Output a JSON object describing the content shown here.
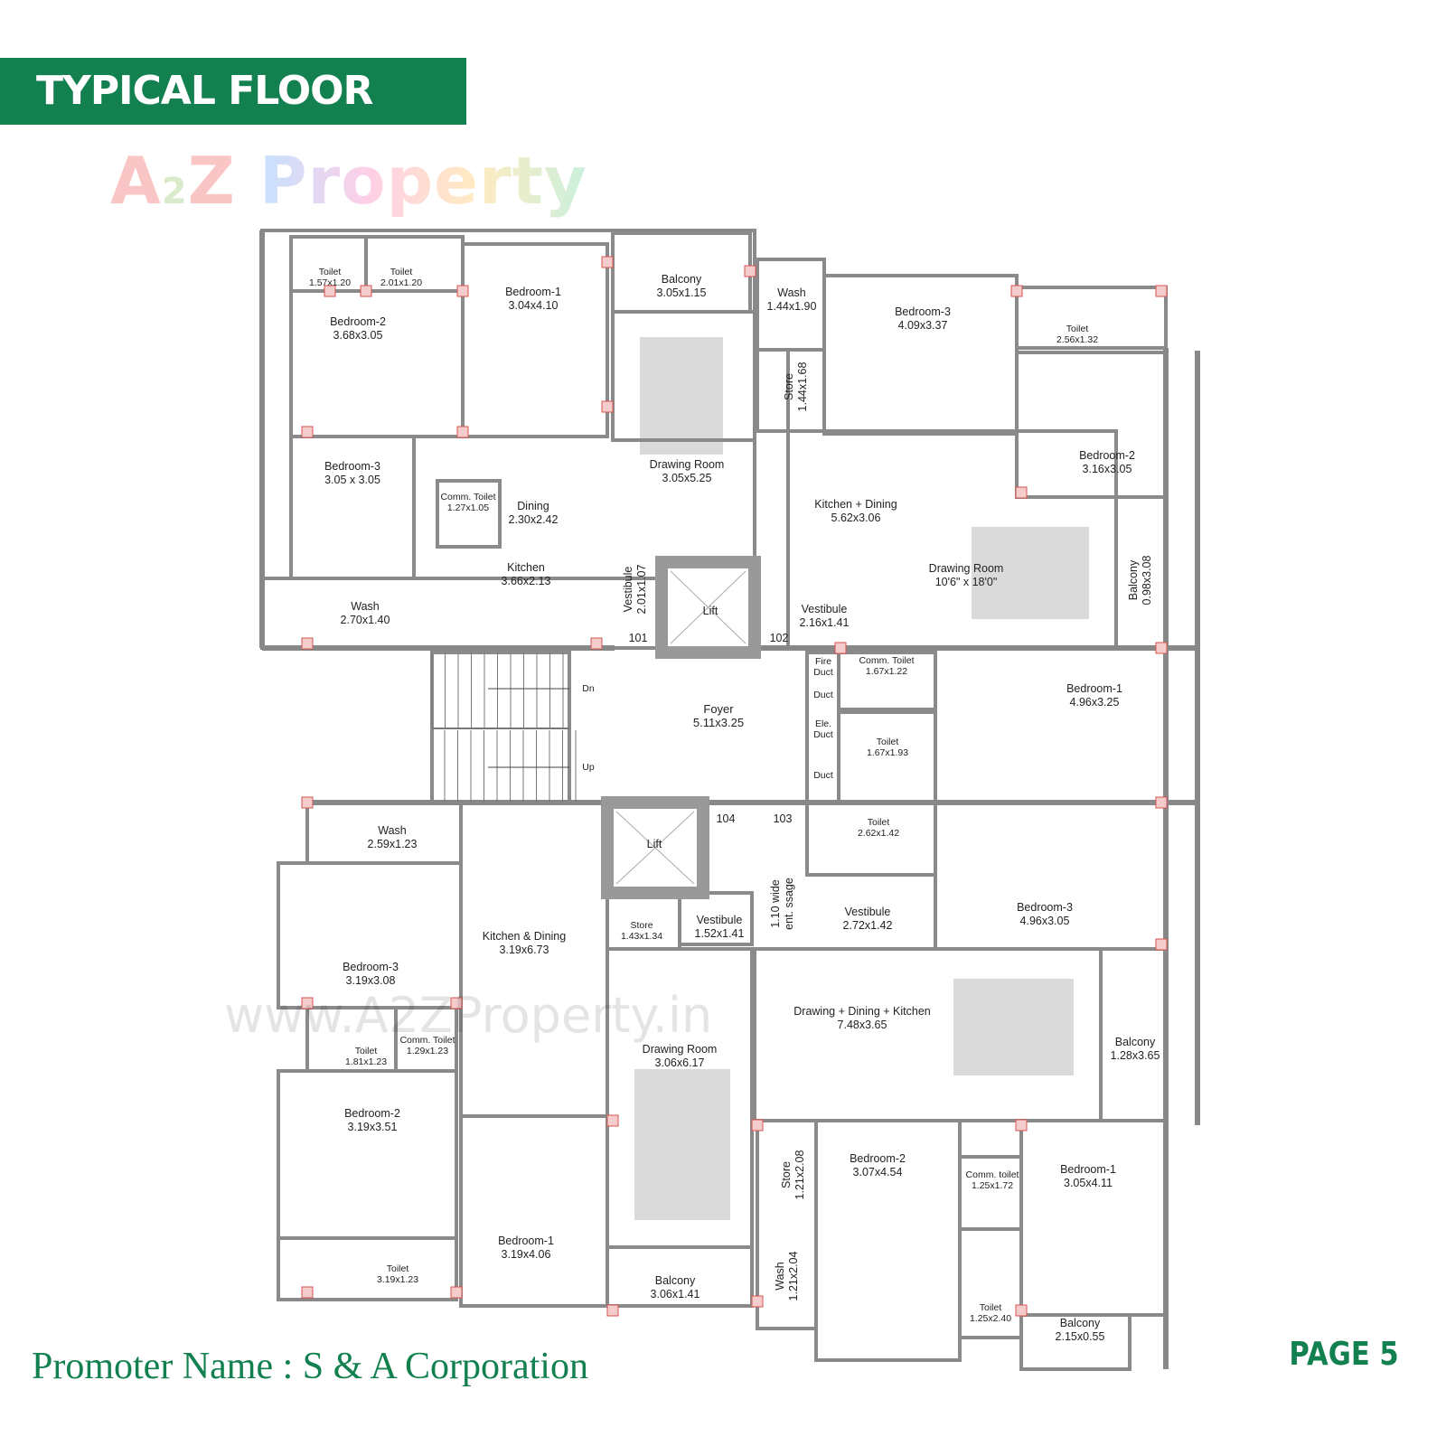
{
  "header": {
    "title": "TYPICAL FLOOR PLAN"
  },
  "watermark": {
    "logo_a": "A",
    "logo_2": "2",
    "logo_z": "Z",
    "logo_property": "Property",
    "site": "www.A2ZProperty.in"
  },
  "footer": {
    "promoter": "Promoter Name : S & A Corporation",
    "page": "PAGE 5"
  },
  "colors": {
    "brand_green": "#13804f",
    "wall": "#9a9a9a",
    "column": "#b3b3b3",
    "column_marker": "#d9534f",
    "rug": "#d9d9d9"
  },
  "common": {
    "lift_1": "Lift",
    "lift_2": "Lift",
    "foyer": {
      "name": "Foyer",
      "size": "5.11x3.25"
    },
    "stairs_dn": "Dn",
    "stairs_up": "Up",
    "flat_101": "101",
    "flat_102": "102",
    "flat_103": "103",
    "flat_104": "104"
  },
  "unit_101": [
    {
      "name": "Toilet",
      "size": "1.57x1.20"
    },
    {
      "name": "Toilet",
      "size": "2.01x1.20"
    },
    {
      "name": "Bedroom-1",
      "size": "3.04x4.10"
    },
    {
      "name": "Balcony",
      "size": "3.05x1.15"
    },
    {
      "name": "Bedroom-2",
      "size": "3.68x3.05"
    },
    {
      "name": "Bedroom-3",
      "size": "3.05 x 3.05"
    },
    {
      "name": "Comm. Toilet",
      "size": "1.27x1.05"
    },
    {
      "name": "Dining",
      "size": "2.30x2.42"
    },
    {
      "name": "Kitchen",
      "size": "3.66x2.13"
    },
    {
      "name": "Drawing Room",
      "size": "3.05x5.25"
    },
    {
      "name": "Wash",
      "size": "2.70x1.40"
    },
    {
      "name": "Vestibule",
      "size": "2.01x1.07"
    }
  ],
  "unit_102": [
    {
      "name": "Wash",
      "size": "1.44x1.90"
    },
    {
      "name": "Store",
      "size": "1.44x1.68"
    },
    {
      "name": "Bedroom-3",
      "size": "4.09x3.37"
    },
    {
      "name": "Toilet",
      "size": "2.56x1.32"
    },
    {
      "name": "Bedroom-2",
      "size": "3.16x3.05"
    },
    {
      "name": "Kitchen + Dining",
      "size": "5.62x3.06"
    },
    {
      "name": "Drawing Room",
      "size": "10'6\" x 18'0\""
    },
    {
      "name": "Balcony",
      "size": "0.98x3.08"
    },
    {
      "name": "Vestibule",
      "size": "2.16x1.41"
    }
  ],
  "unit_103": [
    {
      "name": "Fire",
      "size": "Duct"
    },
    {
      "name": "Duct",
      "size": ""
    },
    {
      "name": "Ele.",
      "size": "Duct"
    },
    {
      "name": "Duct",
      "size": ""
    },
    {
      "name": "Comm. Toilet",
      "size": "1.67x1.22"
    },
    {
      "name": "Toilet",
      "size": "1.67x1.93"
    },
    {
      "name": "Bedroom-1",
      "size": "4.96x3.25"
    },
    {
      "name": "Toilet",
      "size": "2.62x1.42"
    },
    {
      "name": "Bedroom-3",
      "size": "4.96x3.05"
    },
    {
      "name": "Vestibule",
      "size": "2.72x1.42"
    },
    {
      "name": "1.10 wide",
      "size": "ent.  ssage"
    },
    {
      "name": "Drawing + Dining + Kitchen",
      "size": "7.48x3.65"
    },
    {
      "name": "Balcony",
      "size": "1.28x3.65"
    },
    {
      "name": "Store",
      "size": "1.21x2.08"
    },
    {
      "name": "Wash",
      "size": "1.21x2.04"
    },
    {
      "name": "Bedroom-2",
      "size": "3.07x4.54"
    },
    {
      "name": "Comm. toilet",
      "size": "1.25x1.72"
    },
    {
      "name": "Bedroom-1",
      "size": "3.05x4.11"
    },
    {
      "name": "Toilet",
      "size": "1.25x2.40"
    },
    {
      "name": "Balcony",
      "size": "2.15x0.55"
    }
  ],
  "unit_104": [
    {
      "name": "Wash",
      "size": "2.59x1.23"
    },
    {
      "name": "Bedroom-3",
      "size": "3.19x3.08"
    },
    {
      "name": "Kitchen & Dining",
      "size": "3.19x6.73"
    },
    {
      "name": "Store",
      "size": "1.43x1.34"
    },
    {
      "name": "Vestibule",
      "size": "1.52x1.41"
    },
    {
      "name": "Toilet",
      "size": "1.81x1.23"
    },
    {
      "name": "Comm. Toilet",
      "size": "1.29x1.23"
    },
    {
      "name": "Drawing Room",
      "size": "3.06x6.17"
    },
    {
      "name": "Bedroom-2",
      "size": "3.19x3.51"
    },
    {
      "name": "Bedroom-1",
      "size": "3.19x4.06"
    },
    {
      "name": "Toilet",
      "size": "3.19x1.23"
    },
    {
      "name": "Balcony",
      "size": "3.06x1.41"
    }
  ]
}
